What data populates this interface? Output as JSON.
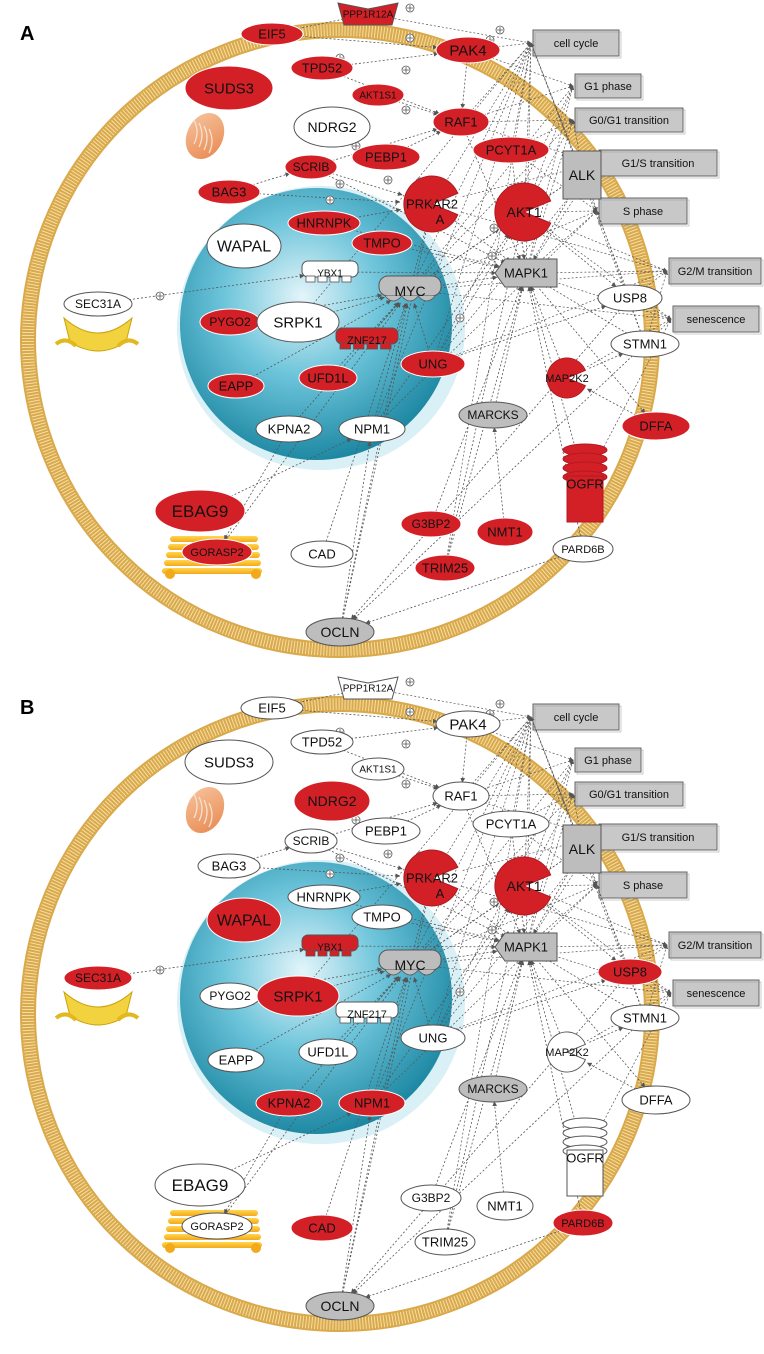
{
  "colors": {
    "highlight": "#d32027",
    "neutral": "#ffffff",
    "gray_node": "#bdbdbd",
    "membrane": "#d9a94b",
    "nucleus": "#1b9bb8",
    "function_box": "#c8c8c8",
    "edge": "#555555"
  },
  "functions": [
    "cell cycle",
    "G1 phase",
    "G0/G1 transition",
    "G1/S transition",
    "S phase",
    "G2/M transition",
    "senescence"
  ],
  "panels": [
    {
      "letter": "A",
      "red_nodes": [
        "PPP1R12A",
        "EIF5",
        "PAK4",
        "SUDS3",
        "TPD52",
        "AKT1S1",
        "RAF1",
        "SCRIB",
        "PEBP1",
        "PCYT1A",
        "BAG3",
        "PRKAR2A",
        "AKT1",
        "HNRNPK",
        "TMPO",
        "PYGO2",
        "ZNF217",
        "UNG",
        "EAPP",
        "UFD1L",
        "MAP2K2",
        "DFFA",
        "EBAG9",
        "GORASP2",
        "G3BP2",
        "NMT1",
        "TRIM25",
        "OGFR"
      ]
    },
    {
      "letter": "B",
      "red_nodes": [
        "NDRG2",
        "PRKAR2A",
        "AKT1",
        "WAPAL",
        "YBX1",
        "SEC31A",
        "SRPK1",
        "USP8",
        "KPNA2",
        "NPM1",
        "CAD",
        "PARD6B"
      ]
    }
  ],
  "nodes": {
    "PPP1R12A": "PPP1R12A",
    "EIF5": "EIF5",
    "PAK4": "PAK4",
    "SUDS3": "SUDS3",
    "TPD52": "TPD52",
    "AKT1S1": "AKT1S1",
    "NDRG2": "NDRG2",
    "RAF1": "RAF1",
    "SCRIB": "SCRIB",
    "PEBP1": "PEBP1",
    "PCYT1A": "PCYT1A",
    "ALK": "ALK",
    "BAG3": "BAG3",
    "PRKAR2A": "PRKAR2",
    "PRKAR2A_sub": "A",
    "AKT1": "AKT1",
    "HNRNPK": "HNRNPK",
    "WAPAL": "WAPAL",
    "TMPO": "TMPO",
    "YBX1": "YBX1",
    "MAPK1": "MAPK1",
    "SEC31A": "SEC31A",
    "MYC": "MYC",
    "USP8": "USP8",
    "PYGO2": "PYGO2",
    "SRPK1": "SRPK1",
    "ZNF217": "ZNF217",
    "UNG": "UNG",
    "STMN1": "STMN1",
    "EAPP": "EAPP",
    "UFD1L": "UFD1L",
    "MAP2K2": "MAP2K2",
    "KPNA2": "KPNA2",
    "NPM1": "NPM1",
    "MARCKS": "MARCKS",
    "DFFA": "DFFA",
    "OGFR": "OGFR",
    "EBAG9": "EBAG9",
    "G3BP2": "G3BP2",
    "GORASP2": "GORASP2",
    "NMT1": "NMT1",
    "PARD6B": "PARD6B",
    "CAD": "CAD",
    "TRIM25": "TRIM25",
    "OCLN": "OCLN"
  }
}
